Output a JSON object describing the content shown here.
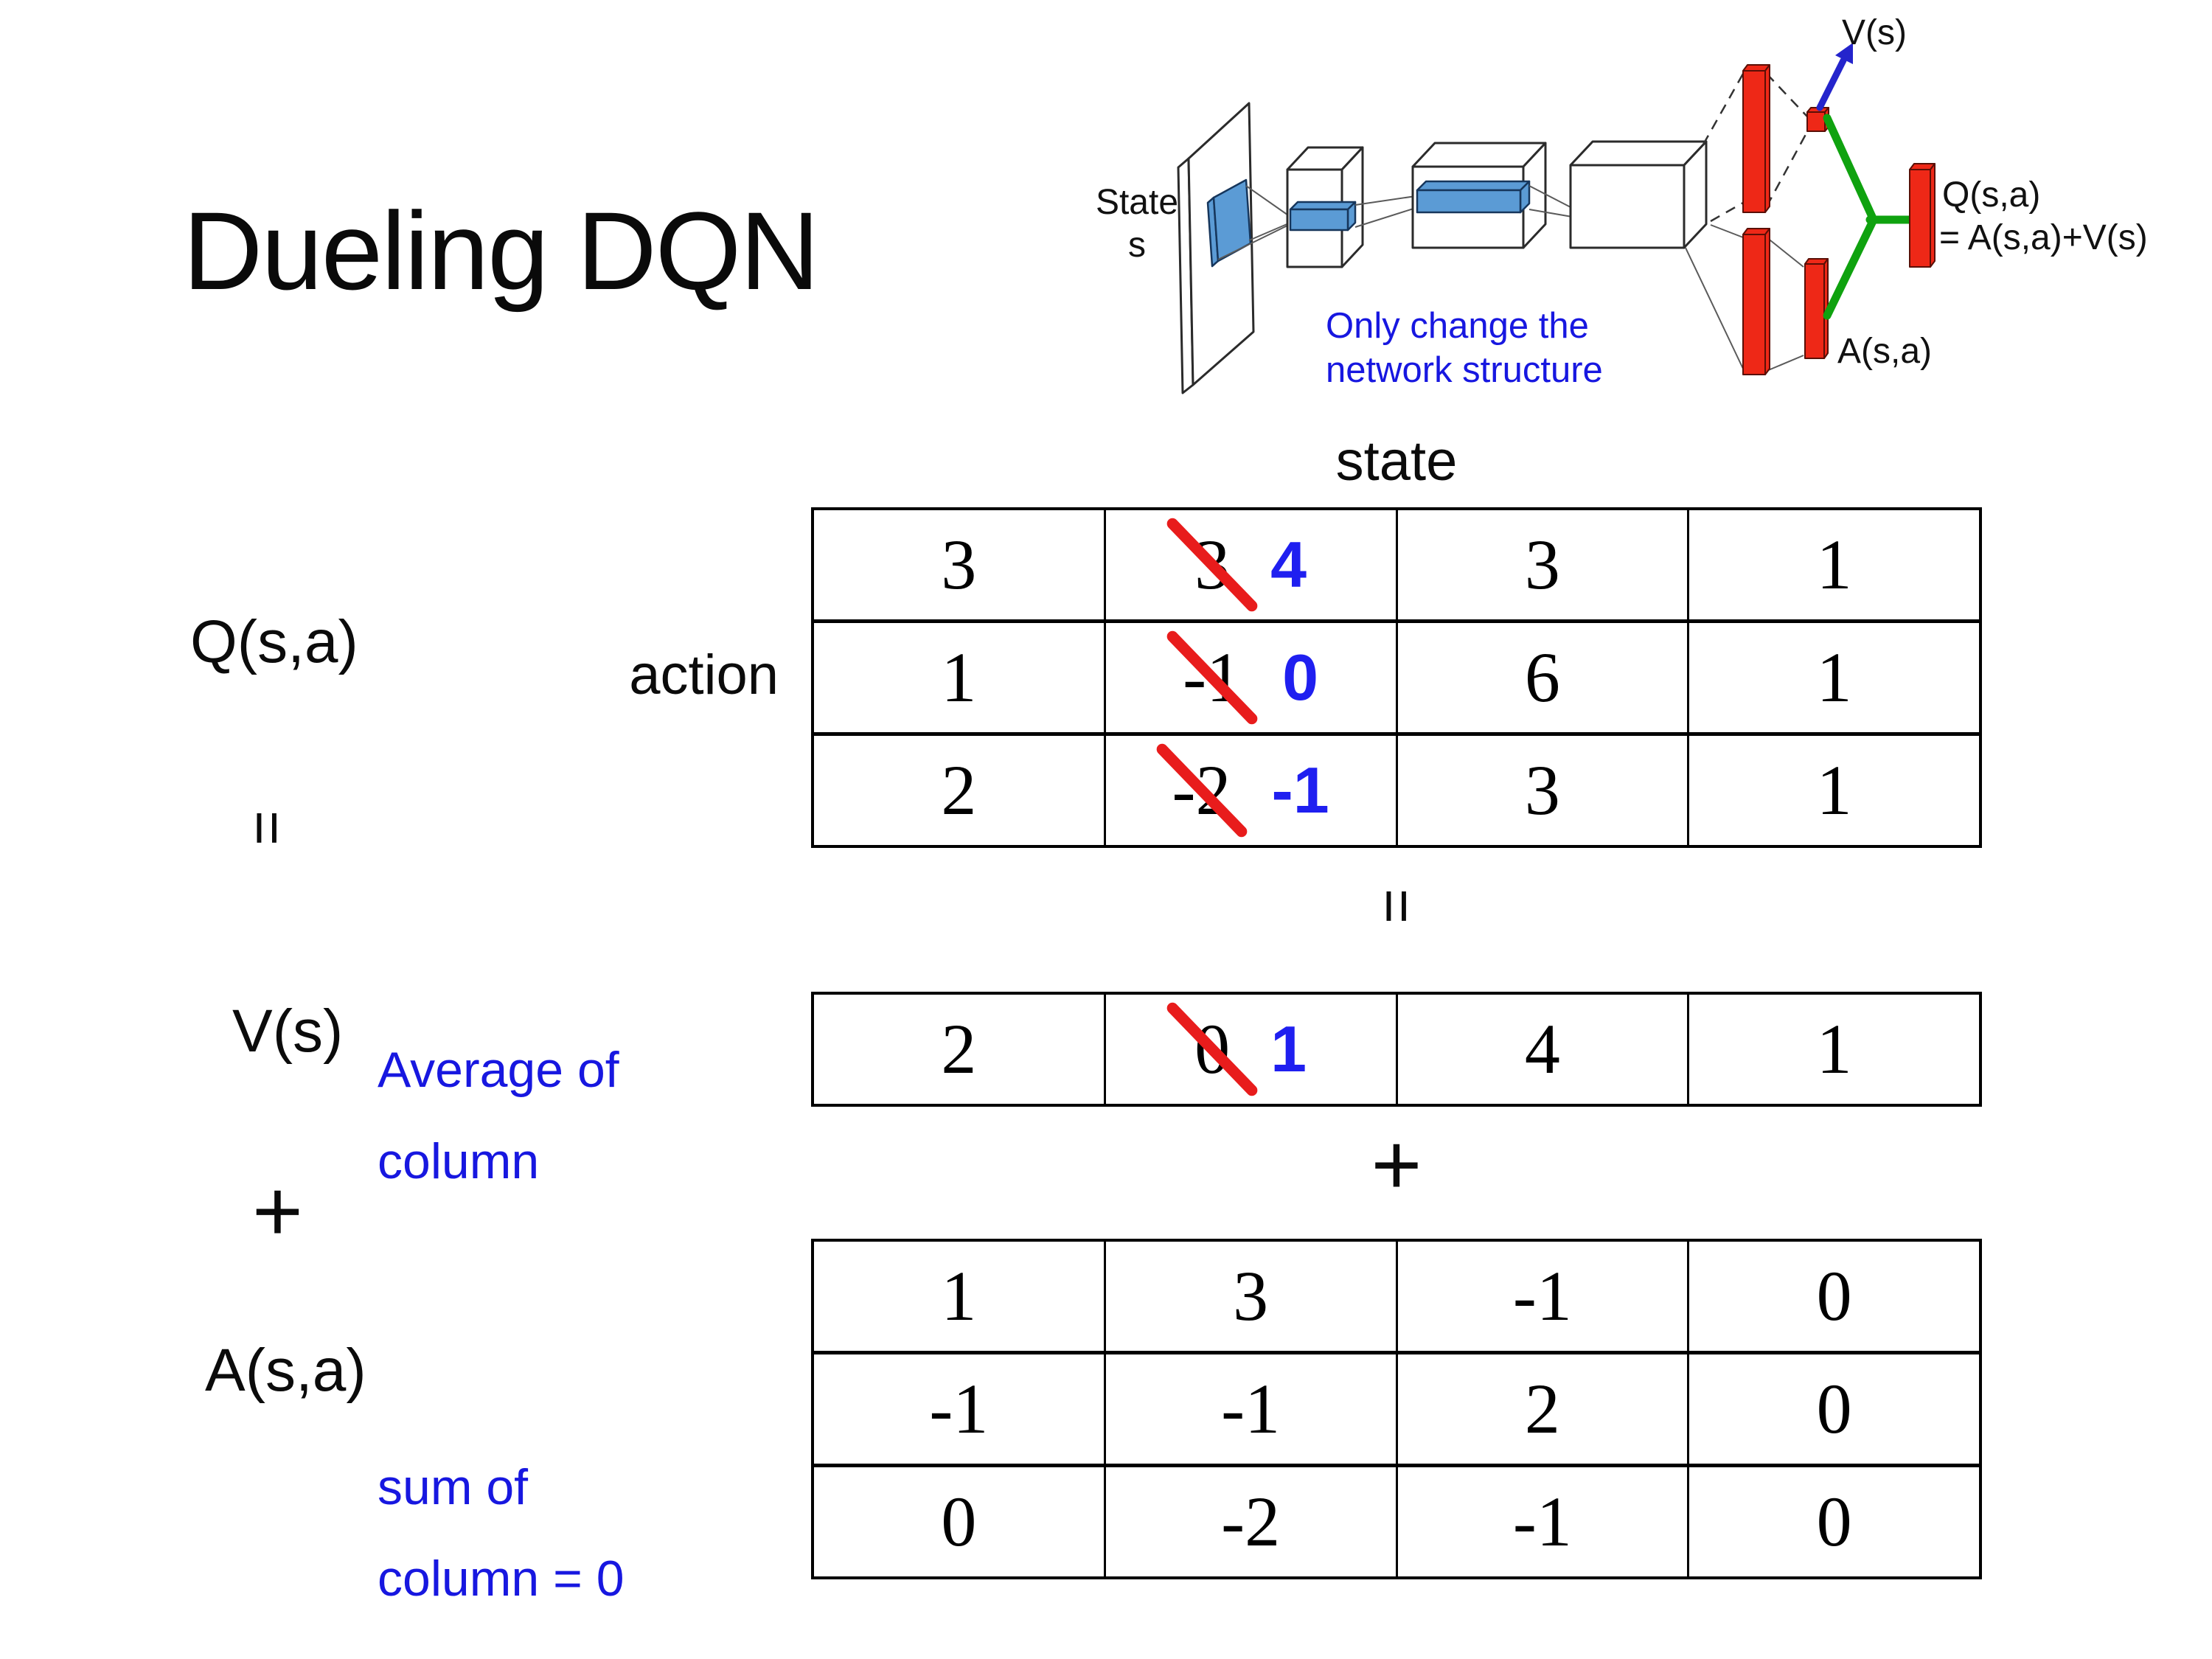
{
  "title": "Dueling DQN",
  "colors": {
    "strike_red": "#e81c1c",
    "replace_blue": "#1f1ff0",
    "note_blue": "#1717e0",
    "bar_red": "#ee2817",
    "link_green": "#0fa20f",
    "conv_blue": "#5b9bd5",
    "arrow_blue": "#2424cc"
  },
  "diagram": {
    "state_line1": "State",
    "state_line2": "s",
    "note_line1": "Only change the",
    "note_line2": "network structure",
    "v_out": "V(s)",
    "q_out_line1": "Q(s,a)",
    "q_out_line2": "= A(s,a)+V(s)",
    "a_out": "A(s,a)"
  },
  "labels": {
    "q": "Q(s,a)",
    "v": "V(s)",
    "a": "A(s,a)",
    "equals": "=",
    "plus": "+",
    "state_axis": "state",
    "action_axis": "action",
    "avg_line1": "Average of",
    "avg_line2": "column",
    "sum_line1": "sum of",
    "sum_line2": "column = 0"
  },
  "q_table": {
    "rows": [
      [
        {
          "value": "3"
        },
        {
          "old": "3",
          "new": "4"
        },
        {
          "value": "3"
        },
        {
          "value": "1"
        }
      ],
      [
        {
          "value": "1"
        },
        {
          "old": "-1",
          "new": "0"
        },
        {
          "value": "6"
        },
        {
          "value": "1"
        }
      ],
      [
        {
          "value": "2"
        },
        {
          "old": "-2",
          "new": "-1"
        },
        {
          "value": "3"
        },
        {
          "value": "1"
        }
      ]
    ]
  },
  "v_table": {
    "rows": [
      [
        {
          "value": "2"
        },
        {
          "old": "0",
          "new": "1"
        },
        {
          "value": "4"
        },
        {
          "value": "1"
        }
      ]
    ]
  },
  "a_table": {
    "rows": [
      [
        {
          "value": "1"
        },
        {
          "value": "3"
        },
        {
          "value": "-1"
        },
        {
          "value": "0"
        }
      ],
      [
        {
          "value": "-1"
        },
        {
          "value": "-1"
        },
        {
          "value": "2"
        },
        {
          "value": "0"
        }
      ],
      [
        {
          "value": "0"
        },
        {
          "value": "-2"
        },
        {
          "value": "-1"
        },
        {
          "value": "0"
        }
      ]
    ]
  }
}
